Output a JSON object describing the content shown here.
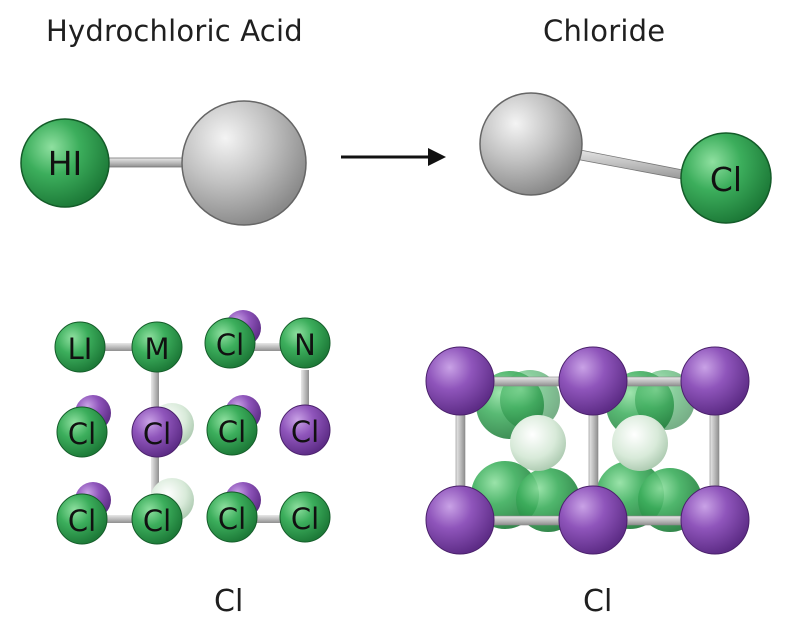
{
  "titles": {
    "left": "Hydrochloric Acid",
    "right": "Chloride"
  },
  "molecules": {
    "left_small_atom": "HI",
    "right_small_atom": "Cl"
  },
  "lattice_left": {
    "row1": [
      "LI",
      "M",
      "Cl",
      "N"
    ],
    "row2": [
      "Cl",
      "Cl",
      "Cl",
      "Cl"
    ],
    "row3": [
      "Cl",
      "Cl",
      "Cl",
      "Cl"
    ]
  },
  "captions": {
    "left": "Cl",
    "right": "Cl"
  },
  "colors": {
    "green": "#2e9a4e",
    "purple": "#8a4cb0",
    "gray": "#b5b5b5"
  }
}
